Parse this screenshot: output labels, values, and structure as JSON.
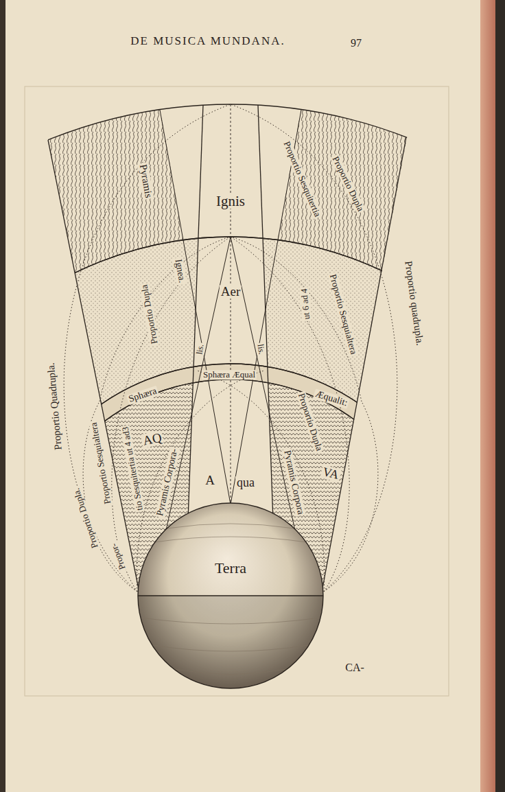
{
  "diagram": {
    "title": "DE MUSICA MUNDANA.",
    "nodes": [
      {
        "text": [
          "Ignis"
        ]
      },
      {
        "text": [
          "Aer"
        ]
      },
      {
        "text": [
          "Sphæra",
          "Sphæra Æqual",
          "Æqualit:"
        ]
      },
      {
        "text": [
          "AQ",
          "A",
          "qua",
          "VA"
        ]
      },
      {
        "text": [
          "Terra"
        ]
      }
    ],
    "labels": [
      "97",
      "Pyramis",
      "Proportio Sesquitertia",
      "Proportio Dupla",
      "Ignea.",
      "Proportio Dupla",
      "Proportio Sesquialtera",
      "ut 6 ad 4",
      "Proportio quadrupla.",
      "lis.",
      "lis.",
      "Proportio Quadrupla.",
      "Pyramis Corpora-",
      "Pyramis Corpora",
      "Proportio Dupla",
      "Proportio Sesquialtera",
      "tio Sesquitertia ut 4 ad3",
      "Proportio Dupla.",
      "Propor-",
      "CA-"
    ]
  }
}
